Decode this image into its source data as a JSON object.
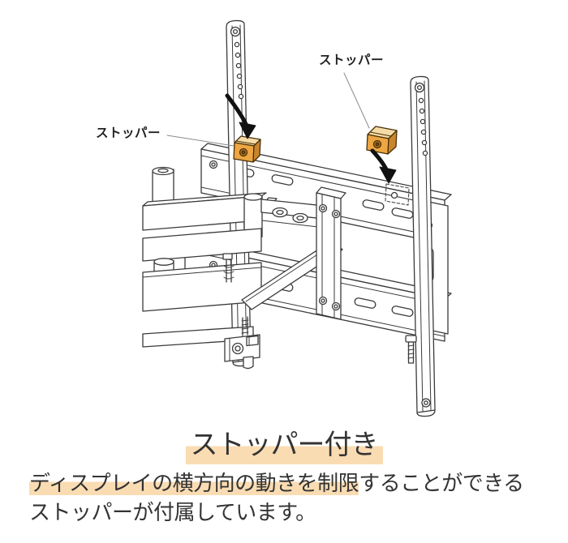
{
  "diagram": {
    "label_left": "ストッパー",
    "label_right": "ストッパー",
    "line_color": "#3a3a3a",
    "stopper_color": {
      "front": "#EDA643",
      "top": "#F5DCA6",
      "side": "#C9852D",
      "hole": "#B57722"
    }
  },
  "caption": {
    "title": "ストッパー付き",
    "highlight_color": "#FADCB3",
    "body_line1_highlighted": "ディスプレイの横方向の動きを制限",
    "body_line1_rest": "することができる",
    "body_line2": "ストッパーが付属しています。"
  }
}
